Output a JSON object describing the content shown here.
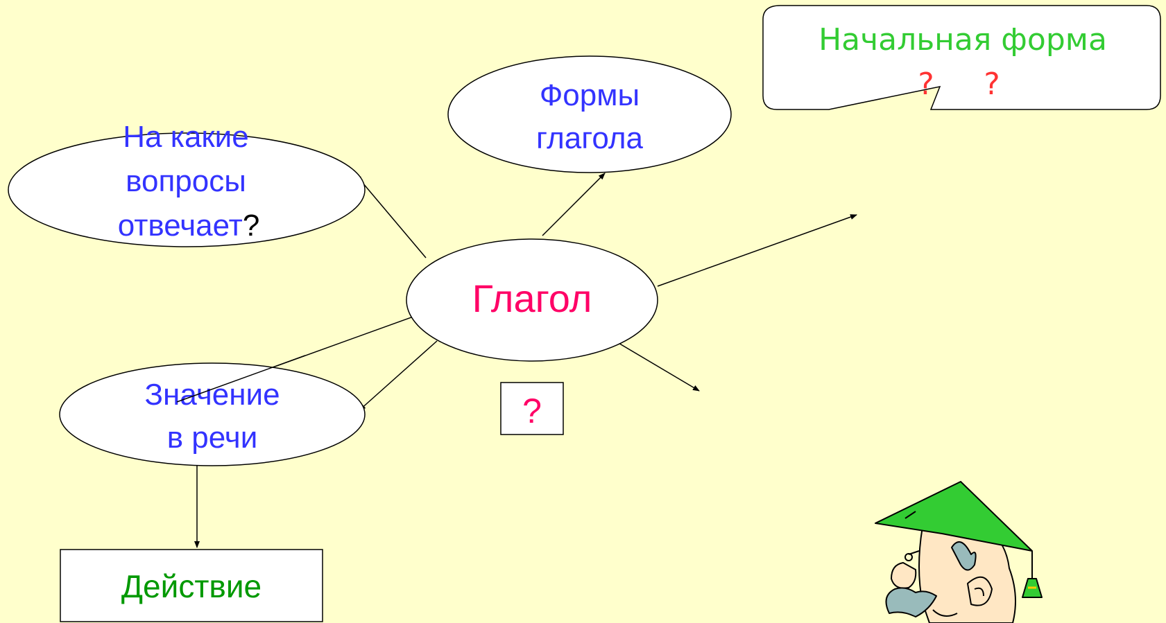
{
  "center": {
    "label": "Глагол"
  },
  "nodes": {
    "questions": {
      "line1": "На какие",
      "line2": "вопросы",
      "line3_word": "отвечает",
      "line3_mark": "?"
    },
    "forms": {
      "line1": "Формы",
      "line2": "глагола"
    },
    "meaning": {
      "line1": "Значение",
      "line2": "в речи"
    },
    "action": {
      "label": "Действие"
    },
    "unknown": {
      "label": "?"
    }
  },
  "callout": {
    "title": "Начальная форма",
    "mark1": "?",
    "mark2": "?"
  },
  "colors": {
    "background": "#FFFFCC",
    "blue_text": "#3333FF",
    "magenta_text": "#FF0066",
    "green_text": "#009900",
    "callout_green": "#33CC33",
    "callout_red": "#FF3333",
    "hat_green": "#33CC33"
  },
  "icons": {
    "mascot": "professor-cartoon"
  }
}
